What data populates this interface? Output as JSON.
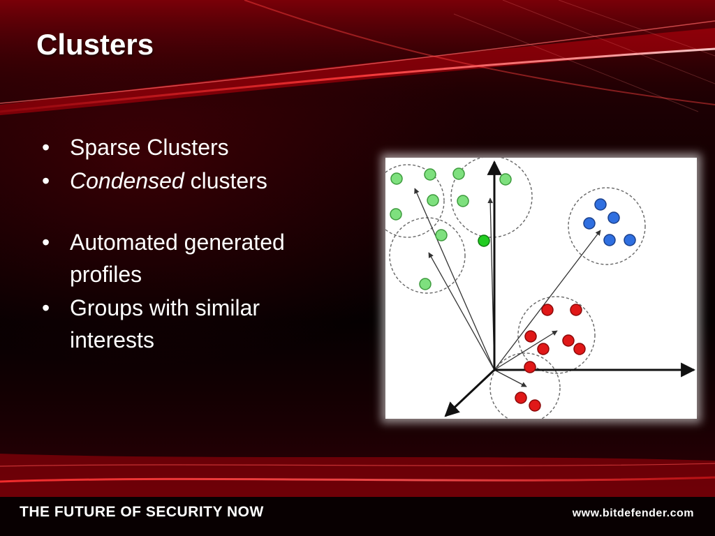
{
  "slide": {
    "title": "Clusters",
    "bullets": [
      {
        "plain": "Sparse Clusters",
        "emph": "",
        "rest": ""
      },
      {
        "plain": "",
        "emph": "Condensed",
        "rest": " clusters"
      },
      {
        "plain": "Automated generated profiles",
        "emph": "",
        "rest": ""
      },
      {
        "plain": "Groups with similar interests",
        "emph": "",
        "rest": ""
      }
    ],
    "bullet_glyph": "•"
  },
  "figure": {
    "colors": {
      "green": "#7ee07e",
      "green_bright": "#22cc22",
      "blue": "#2f6fe0",
      "red": "#e01818",
      "axis": "#111111",
      "dashed": "#666666"
    }
  },
  "footer": {
    "tagline": "THE FUTURE OF SECURITY NOW",
    "website": "www.bitdefender.com"
  },
  "theme": {
    "accent_red": "#d4101e",
    "text": "#ffffff"
  }
}
